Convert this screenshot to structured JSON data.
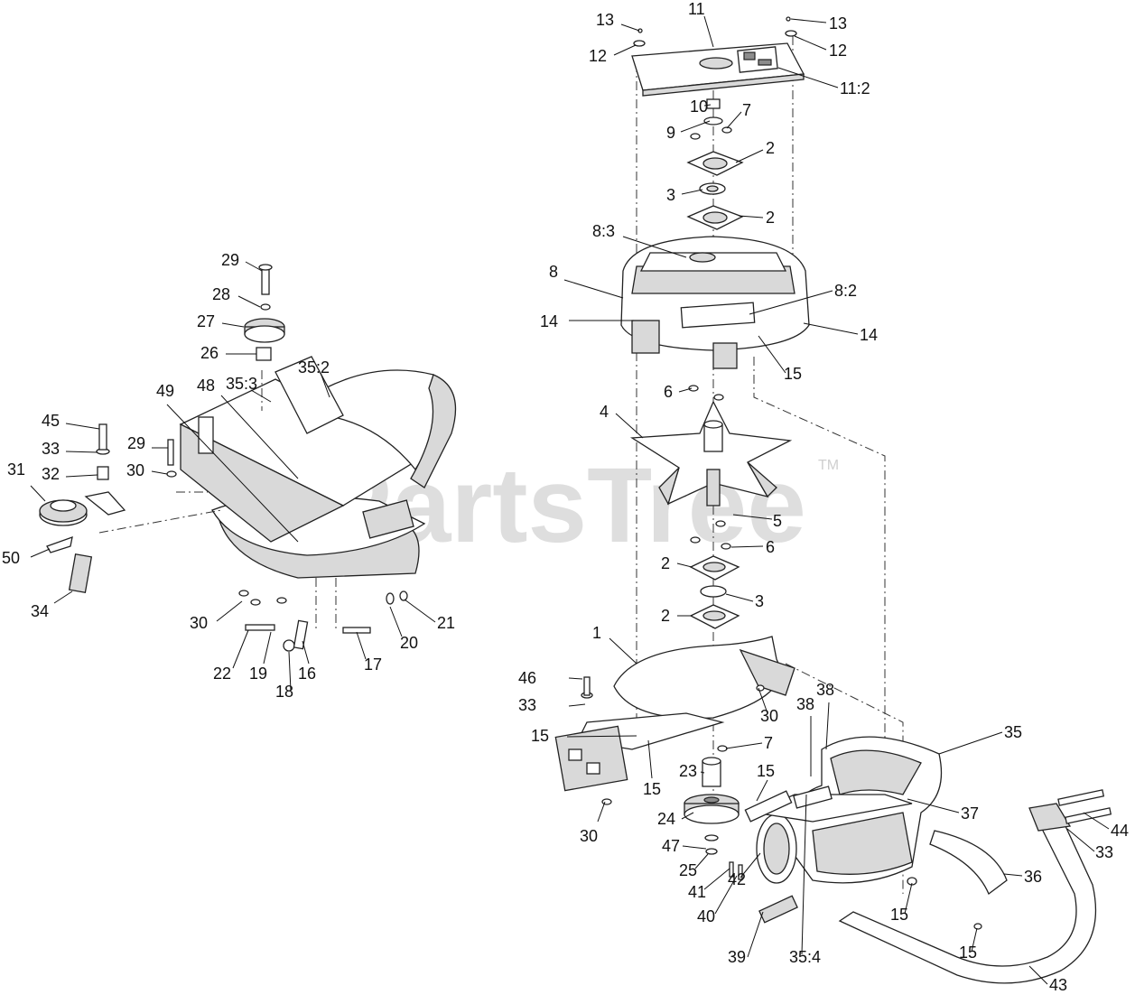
{
  "watermark": {
    "brand": "PartsTree",
    "trademark": "TM"
  },
  "callouts": [
    {
      "label": "13"
    },
    {
      "label": "12"
    },
    {
      "label": "11"
    },
    {
      "label": "13"
    },
    {
      "label": "12"
    },
    {
      "label": "11:2"
    },
    {
      "label": "10"
    },
    {
      "label": "9"
    },
    {
      "label": "7"
    },
    {
      "label": "2"
    },
    {
      "label": "3"
    },
    {
      "label": "2"
    },
    {
      "label": "8:3"
    },
    {
      "label": "8"
    },
    {
      "label": "8:2"
    },
    {
      "label": "14"
    },
    {
      "label": "14"
    },
    {
      "label": "15"
    },
    {
      "label": "6"
    },
    {
      "label": "4"
    },
    {
      "label": "5"
    },
    {
      "label": "6"
    },
    {
      "label": "2"
    },
    {
      "label": "3"
    },
    {
      "label": "2"
    },
    {
      "label": "1"
    },
    {
      "label": "46"
    },
    {
      "label": "33"
    },
    {
      "label": "30"
    },
    {
      "label": "15"
    },
    {
      "label": "7"
    },
    {
      "label": "38"
    },
    {
      "label": "38"
    },
    {
      "label": "35"
    },
    {
      "label": "15"
    },
    {
      "label": "23"
    },
    {
      "label": "15"
    },
    {
      "label": "37"
    },
    {
      "label": "24"
    },
    {
      "label": "30"
    },
    {
      "label": "47"
    },
    {
      "label": "25"
    },
    {
      "label": "44"
    },
    {
      "label": "33"
    },
    {
      "label": "41"
    },
    {
      "label": "42"
    },
    {
      "label": "36"
    },
    {
      "label": "40"
    },
    {
      "label": "15"
    },
    {
      "label": "39"
    },
    {
      "label": "35:4"
    },
    {
      "label": "15"
    },
    {
      "label": "43"
    },
    {
      "label": "29"
    },
    {
      "label": "28"
    },
    {
      "label": "27"
    },
    {
      "label": "26"
    },
    {
      "label": "35:2"
    },
    {
      "label": "35:3"
    },
    {
      "label": "49"
    },
    {
      "label": "48"
    },
    {
      "label": "45"
    },
    {
      "label": "33"
    },
    {
      "label": "29"
    },
    {
      "label": "32"
    },
    {
      "label": "30"
    },
    {
      "label": "31"
    },
    {
      "label": "50"
    },
    {
      "label": "34"
    },
    {
      "label": "30"
    },
    {
      "label": "21"
    },
    {
      "label": "20"
    },
    {
      "label": "22"
    },
    {
      "label": "19"
    },
    {
      "label": "16"
    },
    {
      "label": "17"
    },
    {
      "label": "18"
    }
  ]
}
